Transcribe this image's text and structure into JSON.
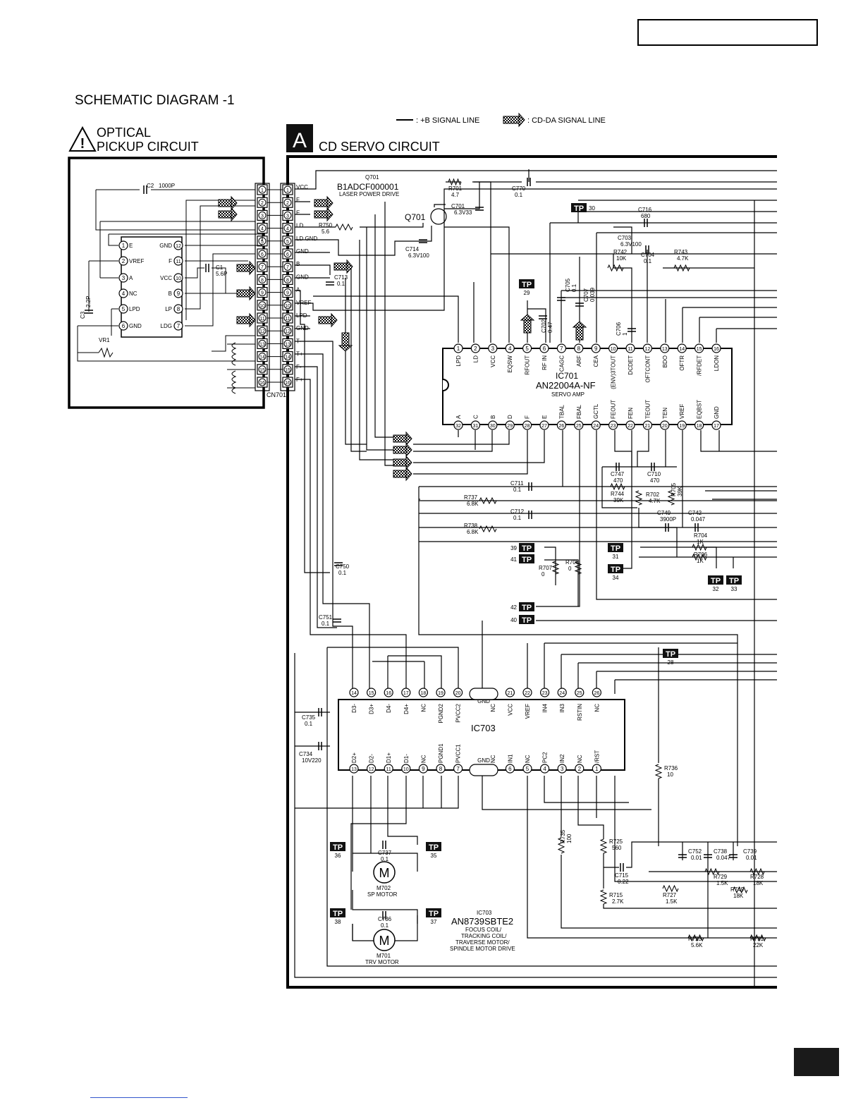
{
  "title": "SCHEMATIC DIAGRAM -1",
  "legend": {
    "b_signal": ": +B SIGNAL LINE",
    "cdda_signal": ": CD-DA SIGNAL LINE"
  },
  "optical": {
    "title_line1": "OPTICAL",
    "title_line2": "PICKUP CIRCUIT",
    "ic_left_pins": [
      {
        "num": "1",
        "label": "E"
      },
      {
        "num": "2",
        "label": "VREF"
      },
      {
        "num": "3",
        "label": "A"
      },
      {
        "num": "4",
        "label": "NC"
      },
      {
        "num": "5",
        "label": "LPD"
      },
      {
        "num": "6",
        "label": "GND"
      }
    ],
    "ic_right_pins": [
      {
        "num": "12",
        "label": "GND"
      },
      {
        "num": "11",
        "label": "F"
      },
      {
        "num": "10",
        "label": "VCC"
      },
      {
        "num": "9",
        "label": "B"
      },
      {
        "num": "8",
        "label": "LP"
      },
      {
        "num": "7",
        "label": "LDG"
      }
    ],
    "c2": "C2",
    "c2_val": "1000P",
    "c1": "C1",
    "c1_val": "5.6P",
    "c3": "C3",
    "c3_val": "2.2P",
    "vr1": "VR1",
    "connector_pins": [
      "1",
      "2",
      "3",
      "4",
      "5",
      "6",
      "7",
      "8",
      "9",
      "10",
      "11",
      "12",
      "13",
      "14",
      "15",
      "16"
    ]
  },
  "servo": {
    "badge": "A",
    "title": "CD SERVO CIRCUIT",
    "cn701": "CN701",
    "connector_labels": [
      "VCC",
      "F",
      "E",
      "LD",
      "LD GND",
      "GND",
      "B",
      "GND",
      "A",
      "VREF",
      "LPD",
      "GND",
      "T-",
      "T+",
      "F-",
      "F+"
    ],
    "connector_pins": [
      "1",
      "2",
      "3",
      "4",
      "5",
      "6",
      "7",
      "8",
      "9",
      "10",
      "11",
      "12",
      "13",
      "14",
      "15",
      "16"
    ],
    "q701_ref": "Q701",
    "q701_part": "B1ADCF000001",
    "q701_desc": "LASER POWER DRIVE",
    "q701_sym": "Q701",
    "ic701": {
      "ref": "IC701",
      "part": "AN22004A-NF",
      "desc": "SERVO AMP",
      "top_pins": [
        {
          "num": "1",
          "label": "LPD"
        },
        {
          "num": "2",
          "label": "LD"
        },
        {
          "num": "3",
          "label": "VCC"
        },
        {
          "num": "4",
          "label": "EQSW"
        },
        {
          "num": "5",
          "label": "RFOUT"
        },
        {
          "num": "6",
          "label": "RF IN"
        },
        {
          "num": "7",
          "label": "CAGC"
        },
        {
          "num": "8",
          "label": "ARF"
        },
        {
          "num": "9",
          "label": "CEA"
        },
        {
          "num": "10",
          "label": "(ENV)3TOUT"
        },
        {
          "num": "11",
          "label": "DCDET"
        },
        {
          "num": "12",
          "label": "OFTCONT"
        },
        {
          "num": "13",
          "label": "BDO"
        },
        {
          "num": "14",
          "label": "OFTR"
        },
        {
          "num": "15",
          "label": "/RFDET"
        },
        {
          "num": "16",
          "label": "LDON"
        }
      ],
      "bottom_pins": [
        {
          "num": "32",
          "label": "A"
        },
        {
          "num": "31",
          "label": "C"
        },
        {
          "num": "30",
          "label": "B"
        },
        {
          "num": "29",
          "label": "D"
        },
        {
          "num": "28",
          "label": "F"
        },
        {
          "num": "27",
          "label": "E"
        },
        {
          "num": "26",
          "label": "TBAL"
        },
        {
          "num": "25",
          "label": "FBAL"
        },
        {
          "num": "24",
          "label": "GCTL"
        },
        {
          "num": "23",
          "label": "FEOUT"
        },
        {
          "num": "22",
          "label": "FEN"
        },
        {
          "num": "21",
          "label": "TEOUT"
        },
        {
          "num": "20",
          "label": "TEN"
        },
        {
          "num": "19",
          "label": "VREF"
        },
        {
          "num": "18",
          "label": "EQBST"
        },
        {
          "num": "17",
          "label": "GND"
        }
      ]
    },
    "ic703": {
      "ref": "IC703",
      "part": "AN8739SBTE2",
      "desc_lines": [
        "FOCUS COIL/",
        "TRACKING COIL/",
        "TRAVERSE MOTOR/",
        "SPINDLE MOTOR DRIVE"
      ],
      "top_pins": [
        {
          "num": "14",
          "label": "D3-"
        },
        {
          "num": "15",
          "label": "D3+"
        },
        {
          "num": "16",
          "label": "D4-"
        },
        {
          "num": "17",
          "label": "D4+"
        },
        {
          "num": "18",
          "label": "NC"
        },
        {
          "num": "19",
          "label": "PGND2"
        },
        {
          "num": "20",
          "label": "PVCC2"
        },
        {
          "num": "",
          "label": "GND"
        },
        {
          "num": "",
          "label": "NC"
        },
        {
          "num": "21",
          "label": "VCC"
        },
        {
          "num": "22",
          "label": "VREF"
        },
        {
          "num": "23",
          "label": "IN4"
        },
        {
          "num": "24",
          "label": "IN3"
        },
        {
          "num": "25",
          "label": "RSTIN"
        },
        {
          "num": "26",
          "label": "NC"
        }
      ],
      "bottom_pins": [
        {
          "num": "13",
          "label": "D2+"
        },
        {
          "num": "12",
          "label": "D2-"
        },
        {
          "num": "11",
          "label": "D1+"
        },
        {
          "num": "10",
          "label": "D1-"
        },
        {
          "num": "9",
          "label": "NC"
        },
        {
          "num": "8",
          "label": "PGND1"
        },
        {
          "num": "7",
          "label": "PVCC1"
        },
        {
          "num": "",
          "label": "GND"
        },
        {
          "num": "",
          "label": "NC"
        },
        {
          "num": "6",
          "label": "IN1"
        },
        {
          "num": "5",
          "label": "NC"
        },
        {
          "num": "4",
          "label": "PC2"
        },
        {
          "num": "3",
          "label": "IN2"
        },
        {
          "num": "2",
          "label": "NC"
        },
        {
          "num": "1",
          "label": "/RST"
        }
      ]
    },
    "tp": "TP",
    "test_points": [
      {
        "num": "30"
      },
      {
        "num": "29"
      },
      {
        "num": "39"
      },
      {
        "num": "41"
      },
      {
        "num": "31"
      },
      {
        "num": "34"
      },
      {
        "num": "32"
      },
      {
        "num": "33"
      },
      {
        "num": "42"
      },
      {
        "num": "40"
      },
      {
        "num": "28"
      },
      {
        "num": "36"
      },
      {
        "num": "35"
      },
      {
        "num": "38"
      },
      {
        "num": "37"
      }
    ],
    "parts": [
      {
        "ref": "R701",
        "val": "4.7"
      },
      {
        "ref": "C770",
        "val": "0.1"
      },
      {
        "ref": "C701",
        "val": "6.3V33"
      },
      {
        "ref": "R750",
        "val": "5.6"
      },
      {
        "ref": "C714",
        "val": "6.3V100"
      },
      {
        "ref": "C713",
        "val": "0.1"
      },
      {
        "ref": "C716",
        "val": "680"
      },
      {
        "ref": "C703",
        "val": "6.3V100"
      },
      {
        "ref": "R742",
        "val": "10K"
      },
      {
        "ref": "C704",
        "val": "0.1"
      },
      {
        "ref": "R743",
        "val": "4.7K"
      },
      {
        "ref": "C705",
        "val": "0.1"
      },
      {
        "ref": "C707",
        "val": "0.039"
      },
      {
        "ref": "C702",
        "val": "0.47"
      },
      {
        "ref": "C706",
        "val": "1"
      },
      {
        "ref": "C711",
        "val": "0.1"
      },
      {
        "ref": "R737",
        "val": "6.8K"
      },
      {
        "ref": "C712",
        "val": "0.1"
      },
      {
        "ref": "R738",
        "val": "6.8K"
      },
      {
        "ref": "C747",
        "val": "470"
      },
      {
        "ref": "R744",
        "val": "39K"
      },
      {
        "ref": "C710",
        "val": "470"
      },
      {
        "ref": "R702",
        "val": "4.7K"
      },
      {
        "ref": "R705",
        "val": "39K"
      },
      {
        "ref": "C749",
        "val": "3900P"
      },
      {
        "ref": "C742",
        "val": "0.047"
      },
      {
        "ref": "R704",
        "val": "1K"
      },
      {
        "ref": "R706",
        "val": "1K"
      },
      {
        "ref": "R707",
        "val": "0"
      },
      {
        "ref": "R708",
        "val": "0"
      },
      {
        "ref": "C750",
        "val": "0.1"
      },
      {
        "ref": "C751",
        "val": "0.1"
      },
      {
        "ref": "C735",
        "val": "0.1"
      },
      {
        "ref": "C734",
        "val": "10V220"
      },
      {
        "ref": "R736",
        "val": "10"
      },
      {
        "ref": "C737",
        "val": "0.1"
      },
      {
        "ref": "C736",
        "val": "0.1"
      },
      {
        "ref": "R735",
        "val": "100"
      },
      {
        "ref": "R725",
        "val": "560"
      },
      {
        "ref": "C715",
        "val": "0.22"
      },
      {
        "ref": "R715",
        "val": "2.7K"
      },
      {
        "ref": "R727",
        "val": "1.5K"
      },
      {
        "ref": "C752",
        "val": "0.01"
      },
      {
        "ref": "C738",
        "val": "0.047"
      },
      {
        "ref": "R729",
        "val": "1.5K"
      },
      {
        "ref": "C739",
        "val": "0.01"
      },
      {
        "ref": "R728",
        "val": "18K"
      },
      {
        "ref": "R749",
        "val": "18K"
      },
      {
        "ref": "R723",
        "val": "5.6K"
      },
      {
        "ref": "R731",
        "val": "22K"
      }
    ],
    "motors": [
      {
        "ref": "M702",
        "desc": "SP MOTOR"
      },
      {
        "ref": "M701",
        "desc": "TRV MOTOR"
      }
    ]
  }
}
